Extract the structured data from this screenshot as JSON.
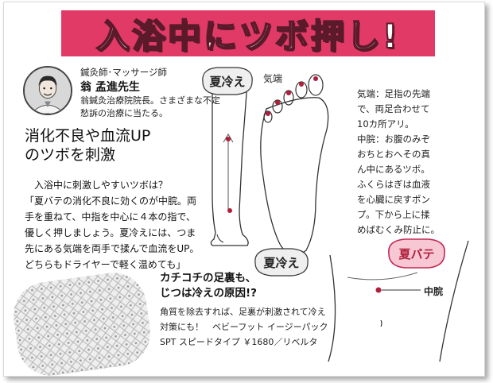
{
  "banner": {
    "title": "入浴中にツボ押し!"
  },
  "colors": {
    "accent": "#e23a67",
    "text": "#111111",
    "point": "#b01e3c"
  },
  "teacher": {
    "role": "鍼灸師･マッサージ師",
    "name": "翁 孟進先生",
    "bio": "翁鍼灸治療院院長。さまざまな不定愁訴の治療に当たる。"
  },
  "headline": {
    "line1": "消化不良や血流UP",
    "line2": "のツボを刺激"
  },
  "body": {
    "lines": [
      "入浴中に刺激しやすいツボは？",
      "「夏バテの消化不良に効くのが中脘。両",
      "手を重ねて、中指を中心に４本の指で、",
      "優しく押しましょう。夏冷えには、つま",
      "先にある気端を両手で揉んで血流をUP。",
      "どちらもドライヤーで軽く温めても」"
    ]
  },
  "labels": {
    "leg_tag": "夏冷え",
    "foot_tag": "夏冷え",
    "belly_tag": "夏バテ",
    "kitan": "気端",
    "chukan": "中脘"
  },
  "explanation": {
    "lines": [
      "気端：足指の先端",
      "で、両足合わせて",
      "10カ所アリ。",
      "中脘：お腹のみぞ",
      "おちとおへその真",
      "ん中にあるツボ。",
      "ふくらはぎは血液",
      "を心臓に戻すポン",
      "プ。下から上に揉",
      "めばむくみ防止に。"
    ]
  },
  "product": {
    "heading_line1": "カチコチの足裏も、",
    "heading_line2": "じつは冷えの原因!?",
    "text": "角質を除去すれば、足裏が刺激されて冷え対策にも！　ベビーフット イージーパックSPT スピードタイプ ￥1680／リベルタ"
  }
}
